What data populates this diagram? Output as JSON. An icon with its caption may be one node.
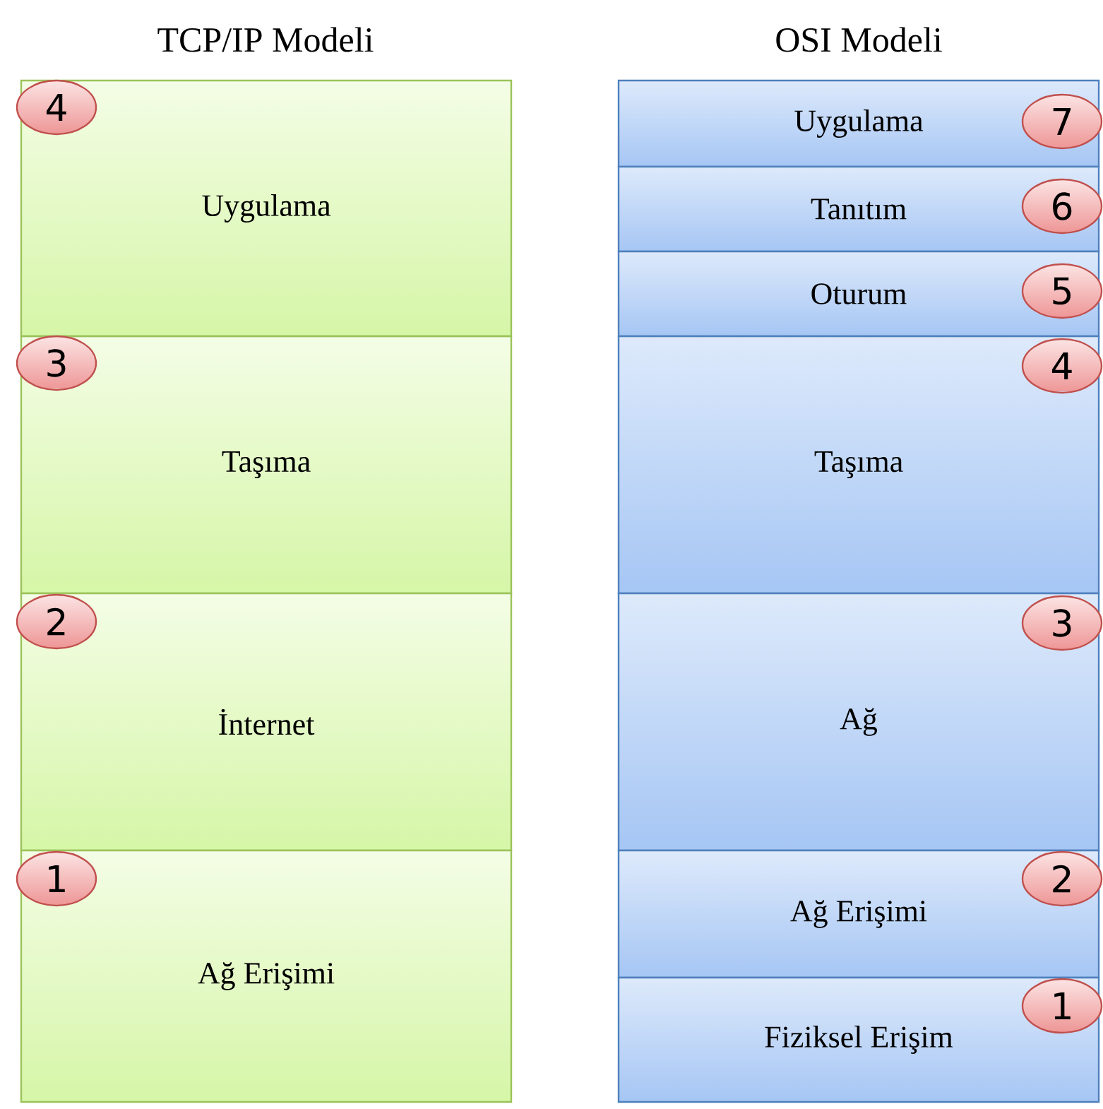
{
  "diagram": {
    "nodes": [
      {
        "text": [
          "Uygulama",
          "4"
        ]
      },
      {
        "text": [
          "Taşıma",
          "3"
        ]
      },
      {
        "text": [
          "İnternet",
          "2"
        ]
      },
      {
        "text": [
          "Ağ Erişimi",
          "1"
        ]
      },
      {
        "text": [
          "Uygulama",
          "7"
        ]
      },
      {
        "text": [
          "Tanıtım",
          "6"
        ]
      },
      {
        "text": [
          "Oturum",
          "5"
        ]
      },
      {
        "text": [
          "Taşıma",
          "4"
        ]
      },
      {
        "text": [
          "Ağ",
          "3"
        ]
      },
      {
        "text": [
          "Ağ Erişimi",
          "2"
        ]
      },
      {
        "text": [
          "Fiziksel Erişim",
          "1"
        ]
      }
    ],
    "labels": [
      "TCP/IP Modeli",
      "OSI Modeli"
    ]
  }
}
